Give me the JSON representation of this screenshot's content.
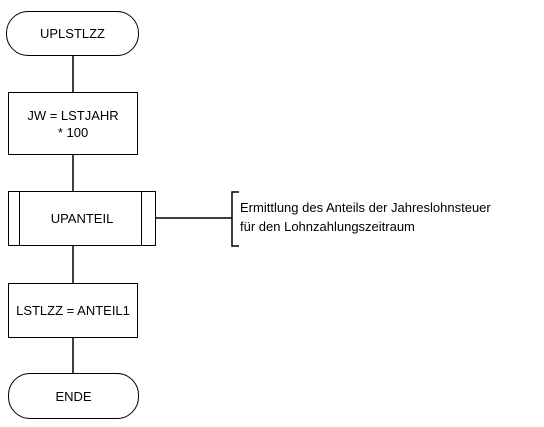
{
  "flowchart": {
    "start_label": "UPLSTLZZ",
    "step1_label": "JW = LSTJAHR\n* 100",
    "subprocess_label": "UPANTEIL",
    "annotation_text": "Ermittlung des Anteils der Jahreslohnsteuer\nfür den Lohnzahlungszeitraum",
    "step2_label": "LSTLZZ = ANTEIL1",
    "end_label": "ENDE"
  },
  "colors": {
    "stroke": "#000000",
    "fill": "#ffffff"
  }
}
